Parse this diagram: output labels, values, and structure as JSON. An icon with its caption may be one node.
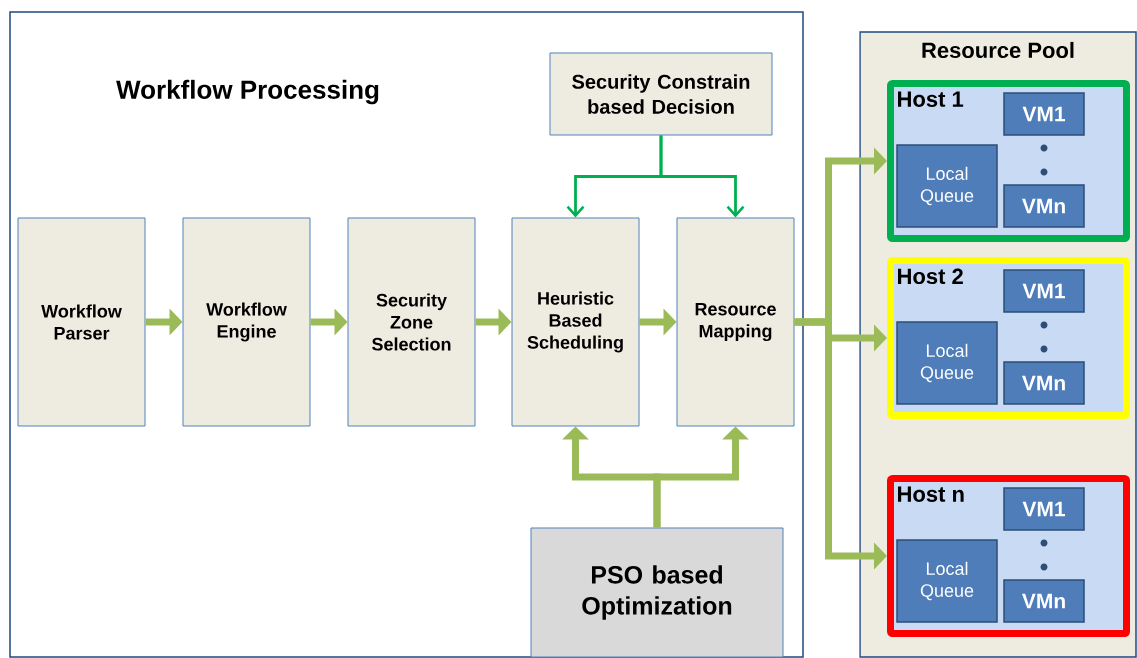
{
  "diagram": {
    "nodes": [
      {
        "text": [
          "Workflow Processing"
        ]
      },
      {
        "text": [
          "Workflow Parser"
        ],
        "in": 0
      },
      {
        "text": [
          "Workflow Engine"
        ],
        "in": 0
      },
      {
        "text": [
          "Security Zone Selection"
        ],
        "in": 0
      },
      {
        "text": [
          "Heuristic Based Scheduling"
        ],
        "in": 0
      },
      {
        "text": [
          "Resource Mapping"
        ],
        "in": 0
      },
      {
        "text": [
          "Security Constrain based Decision"
        ],
        "in": 0
      },
      {
        "text": [
          "PSO based Optimization"
        ],
        "in": 0
      },
      {
        "text": [
          "Resource Pool"
        ]
      },
      {
        "text": [
          "Host 1"
        ],
        "in": 8
      },
      {
        "text": [
          "Local Queue"
        ],
        "in": 9
      },
      {
        "text": [
          "VM1"
        ],
        "in": 9
      },
      {
        "text": [
          "VMn"
        ],
        "in": 9
      },
      {
        "text": [
          "Host 2"
        ],
        "in": 8
      },
      {
        "text": [
          "Local Queue"
        ],
        "in": 13
      },
      {
        "text": [
          "VM1"
        ],
        "in": 13
      },
      {
        "text": [
          "VMn"
        ],
        "in": 13
      },
      {
        "text": [
          "Host n"
        ],
        "in": 8
      },
      {
        "text": [
          "Local Queue"
        ],
        "in": 17
      },
      {
        "text": [
          "VM1"
        ],
        "in": 17
      },
      {
        "text": [
          "VMn"
        ],
        "in": 17
      }
    ],
    "edges": [
      {
        "from": 1,
        "to": 2,
        "arrow": "to"
      },
      {
        "from": 2,
        "to": 3,
        "arrow": "to"
      },
      {
        "from": 3,
        "to": 4,
        "arrow": "to"
      },
      {
        "from": 4,
        "to": 5,
        "arrow": "to"
      },
      {
        "from": 6,
        "to": 4,
        "arrow": "to",
        "color": "#00b050"
      },
      {
        "from": 6,
        "to": 5,
        "arrow": "to",
        "color": "#00b050"
      },
      {
        "from": 7,
        "to": 4,
        "arrow": "to"
      },
      {
        "from": 7,
        "to": 5,
        "arrow": "to"
      },
      {
        "from": 5,
        "to": 9,
        "arrow": "to"
      },
      {
        "from": 5,
        "to": 13,
        "arrow": "to"
      },
      {
        "from": 5,
        "to": 17,
        "arrow": "to"
      }
    ]
  }
}
